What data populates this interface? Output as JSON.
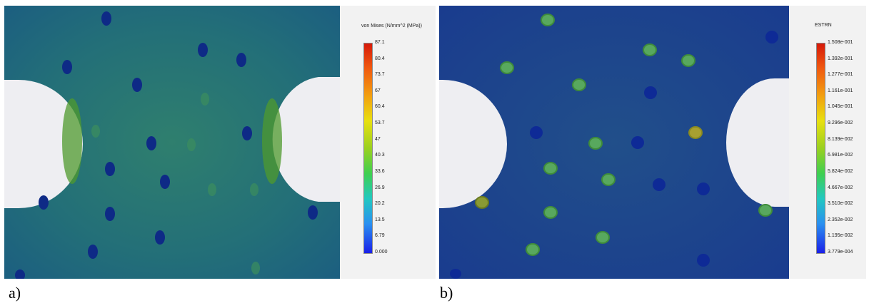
{
  "panel_a": {
    "caption": "a)",
    "legend": {
      "title": "von Mises (N/mm^2 (MPa))",
      "ticks": [
        "87.1",
        "80.4",
        "73.7",
        "67",
        "60.4",
        "53.7",
        "47",
        "40.3",
        "33.6",
        "26.9",
        "20.2",
        "13.5",
        "6.79",
        "0.000"
      ]
    }
  },
  "panel_b": {
    "caption": "b)",
    "legend": {
      "title": "ESTRN",
      "ticks": [
        "1.508e-001",
        "1.392e-001",
        "1.277e-001",
        "1.161e-001",
        "1.045e-001",
        "9.296e-002",
        "8.139e-002",
        "6.981e-002",
        "5.824e-002",
        "4.667e-002",
        "3.510e-002",
        "2.352e-002",
        "1.195e-002",
        "3.779e-004"
      ]
    }
  },
  "colors": {
    "field_a": "#1f6f7a",
    "field_b": "#1c3f8a",
    "hole": "#1a2f8a",
    "hot_spot": "#6aae3a"
  }
}
